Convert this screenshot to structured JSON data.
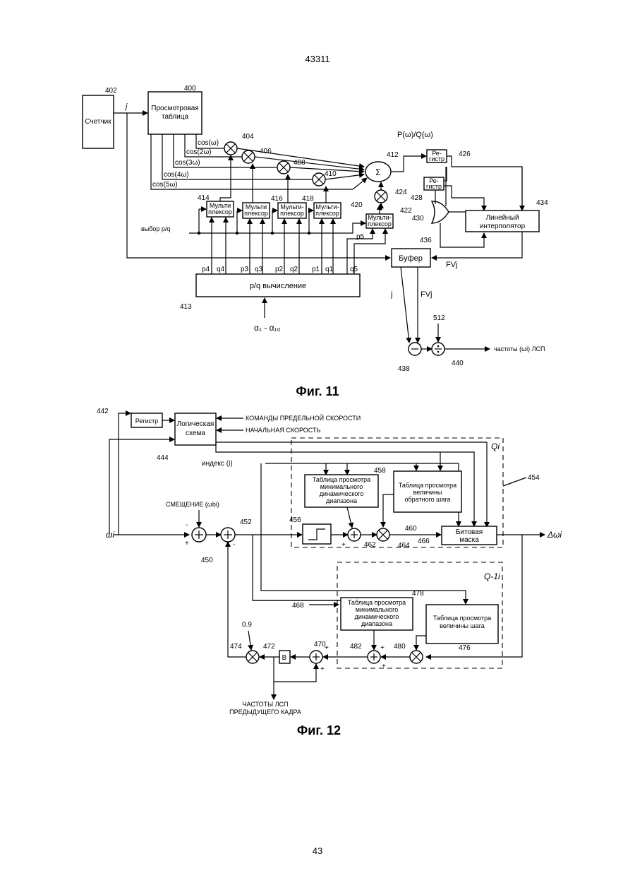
{
  "doc_number": "43311",
  "page_number": "43",
  "fig11": {
    "caption": "Фиг. 11",
    "counter": "Счетчик",
    "lookup_table": [
      "Просмотровая",
      "таблица"
    ],
    "cos_labels": [
      "cos(ω)",
      "cos(2ω)",
      "cos(3ω)",
      "cos(4ω)",
      "cos(5ω)"
    ],
    "mux": [
      "Мульти",
      "плексор"
    ],
    "mux3": [
      "Мульти-",
      "плексор"
    ],
    "register": [
      "Ре-",
      "гистр"
    ],
    "linear_interpolator": [
      "Линейный",
      "интерполятор"
    ],
    "buffer": "Буфер",
    "pq_calc": "p/q вычисление",
    "select_pq": "выбор p/q",
    "p_over_q": "P(ω)/Q(ω)",
    "sigma": "Σ",
    "alpha_range": "α₁ - α₁₀",
    "fvj": "FVj",
    "j": "j",
    "lsp_freq": "частоты (ωi) ЛСП",
    "pq_labels": [
      "p4",
      "q4",
      "p3",
      "q3",
      "p2",
      "q2",
      "p1",
      "q1",
      "q5",
      "p5"
    ],
    "refs": [
      "402",
      "400",
      "404",
      "406",
      "408",
      "410",
      "412",
      "426",
      "428",
      "424",
      "430",
      "434",
      "414",
      "416",
      "418",
      "420",
      "422",
      "436",
      "413",
      "512",
      "438",
      "440"
    ]
  },
  "fig12": {
    "caption": "Фиг. 12",
    "register": "Регистр",
    "logic": [
      "Логическая",
      "схема"
    ],
    "speed_limit": "КОМАНДЫ ПРЕДЕЛЬНОЙ СКОРОСТИ",
    "initial_speed": "НАЧАЛЬНАЯ СКОРОСТЬ",
    "index": "индекс (i)",
    "offset": "СМЕЩЕНИЕ (ωbi)",
    "min_dyn_range": [
      "Таблица просмотра",
      "минимального",
      "динамического",
      "диапазона"
    ],
    "inv_step": [
      "Таблица просмотра",
      "величины",
      "обратного шага"
    ],
    "bit_mask": [
      "Битовая",
      "маска"
    ],
    "step_size": [
      "Таблица просмотра",
      "величины шага"
    ],
    "omega_i": "ωi",
    "delta_omega": "Δωi",
    "Q": "Qi",
    "Qinv": "Q-1i",
    "coef": "0.9",
    "B": "B",
    "prev_frame": [
      "ЧАСТОТЫ ЛСП",
      "ПРЕДЫДУЩЕГО КАДРА"
    ],
    "refs": [
      "442",
      "444",
      "454",
      "458",
      "456",
      "460",
      "462",
      "464",
      "466",
      "450",
      "452",
      "468",
      "478",
      "476",
      "474",
      "472",
      "470",
      "482",
      "480"
    ]
  }
}
